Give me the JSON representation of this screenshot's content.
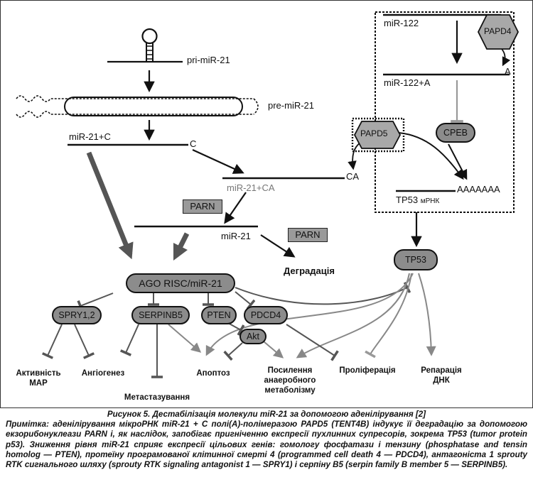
{
  "diagram": {
    "pri_mir21": "pri-miR-21",
    "pre_mir21": "pre-miR-21",
    "mir21_c": "miR-21+C",
    "c_end": "C",
    "mir21_ca": "miR-21+CA",
    "ca_end": "CA",
    "parn_top": "PARN",
    "mir21": "miR-21",
    "parn_right": "PARN",
    "degradation": "Деградація",
    "mir122": "miR-122",
    "papd4": "PAPD4",
    "a_end": "A",
    "mir122_a": "miR-122+A",
    "papd5": "PAPD5",
    "cpeb": "CPEB",
    "polya": "AAAAAAA",
    "tp53_mrna": "TP53",
    "tp53_mrna_suffix": "мРНК",
    "tp53_protein": "TP53",
    "ago_risc": "AGO RISC/miR-21",
    "spry": "SPRY1,2",
    "serpinb5": "SERPINB5",
    "pten": "PTEN",
    "pdcd4": "PDCD4",
    "akt": "Akt",
    "outcomes": {
      "map_activity": [
        "Активність",
        "MAP"
      ],
      "angiogenesis": "Ангіогенез",
      "metastasis": "Метастазування",
      "apoptosis": "Апоптоз",
      "anaerobic": [
        "Посилення",
        "анаеробного",
        "метаболізму"
      ],
      "proliferation": "Проліферація",
      "dna_repair": [
        "Репарація",
        "ДНК"
      ]
    }
  },
  "caption": {
    "title": "Рисунок 5. Дестабілізація молекули miR-21 за допомогою аденілірування [2]",
    "note": "Примітка: аденілірування мікроРНК miR-21 + С полі(А)-полімеразою PAPD5 (TENT4B) індукує її деградацію за допомогою екзорибонуклеази PARN і, як наслідок, запобігає пригніченню експресії пухлинних супресорів, зокрема TP53 (tumor protein p53). Зниження рівня miR-21 сприяє експресії цільових генів: гомологу фосфатази і тензину (phosphatase and tensin homolog — PTEN), протеїну програмованої клітинної смерті 4 (programmed cell death 4 — PDCD4), антагоніста 1 sprouty RTK сигнального шляху (sprouty RTK signaling antagonist 1 — SPRY1) і серпіну B5 (serpin family B member 5 — SERPINB5)."
  }
}
